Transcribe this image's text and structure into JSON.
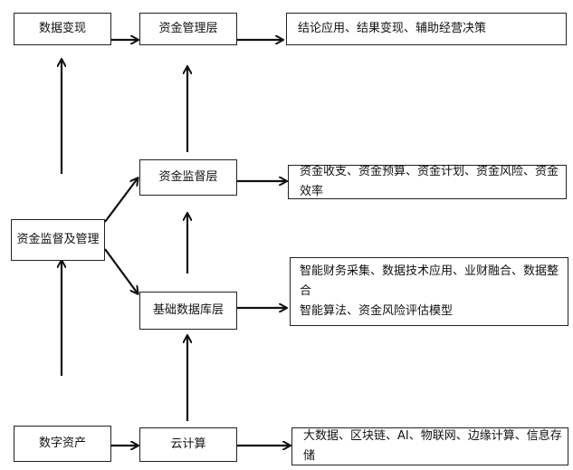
{
  "nodes": {
    "data_realization": "数据变现",
    "fund_management_layer": "资金管理层",
    "fund_management_outcomes": "结论应用、结果变现、辅助经营决策",
    "fund_supervision_layer": "资金监督层",
    "fund_supervision_items": "资金收支、资金预算、资金计划、资金风险、资金效率",
    "fund_supervision_management": "资金监督及管理",
    "basic_database_layer": "基础数据库层",
    "database_items_line1": "智能财务采集、数据技术应用、业财融合、数据整合",
    "database_items_line2": "智能算法、资金风险评估模型",
    "digital_assets": "数字资产",
    "cloud_computing": "云计算",
    "cloud_technologies": "大数据、区块链、AI、物联网、边缘计算、信息存储"
  }
}
